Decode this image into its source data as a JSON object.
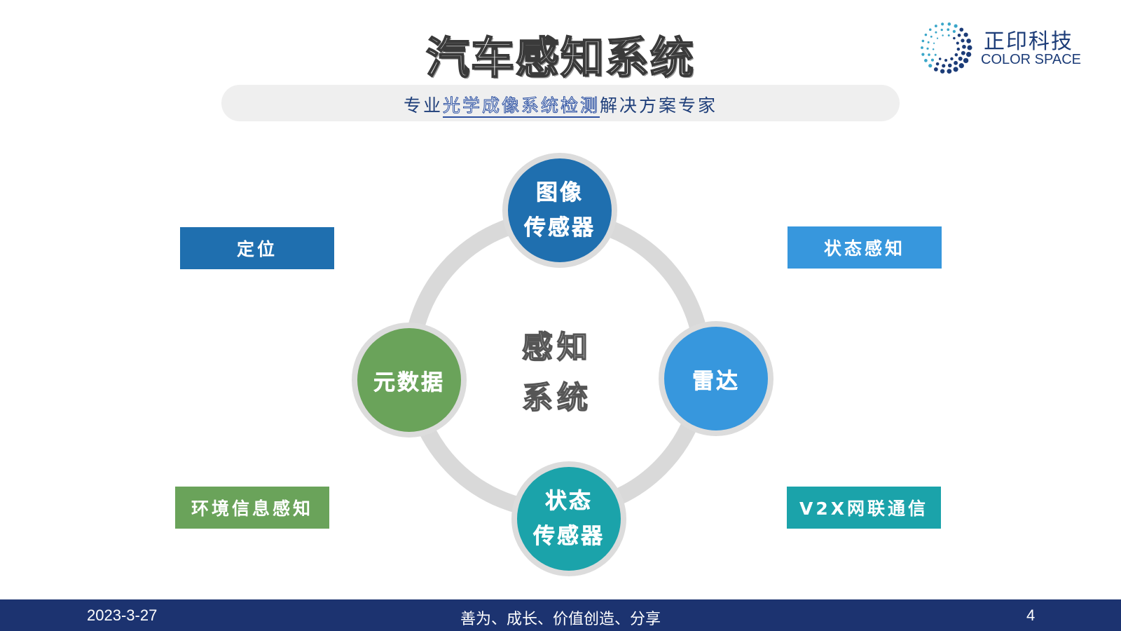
{
  "title": "汽车感知系统",
  "logo": {
    "cn": "正印科技",
    "en": "COLOR SPACE"
  },
  "subtitle": {
    "pre": "专业",
    "highlight": "光学成像系统检测",
    "post": "解决方案专家"
  },
  "center": {
    "line1": "感知",
    "line2": "系统"
  },
  "nodes": {
    "top": {
      "line1": "图像",
      "line2": "传感器"
    },
    "right": {
      "label": "雷达"
    },
    "bottom": {
      "line1": "状态",
      "line2": "传感器"
    },
    "left": {
      "label": "元数据"
    }
  },
  "boxes": {
    "top_left": "定位",
    "top_right": "状态感知",
    "bottom_left": "环境信息感知",
    "bottom_right": "V2X网联通信"
  },
  "footer": {
    "date": "2023-3-27",
    "motto": "善为、成长、价值创造、分享",
    "page": "4"
  },
  "colors": {
    "dark_blue": "#1f6faf",
    "light_blue": "#3797dd",
    "teal": "#1ba3aa",
    "green": "#6aa35a",
    "ring": "#d9d9d9",
    "footer": "#1c3370"
  }
}
